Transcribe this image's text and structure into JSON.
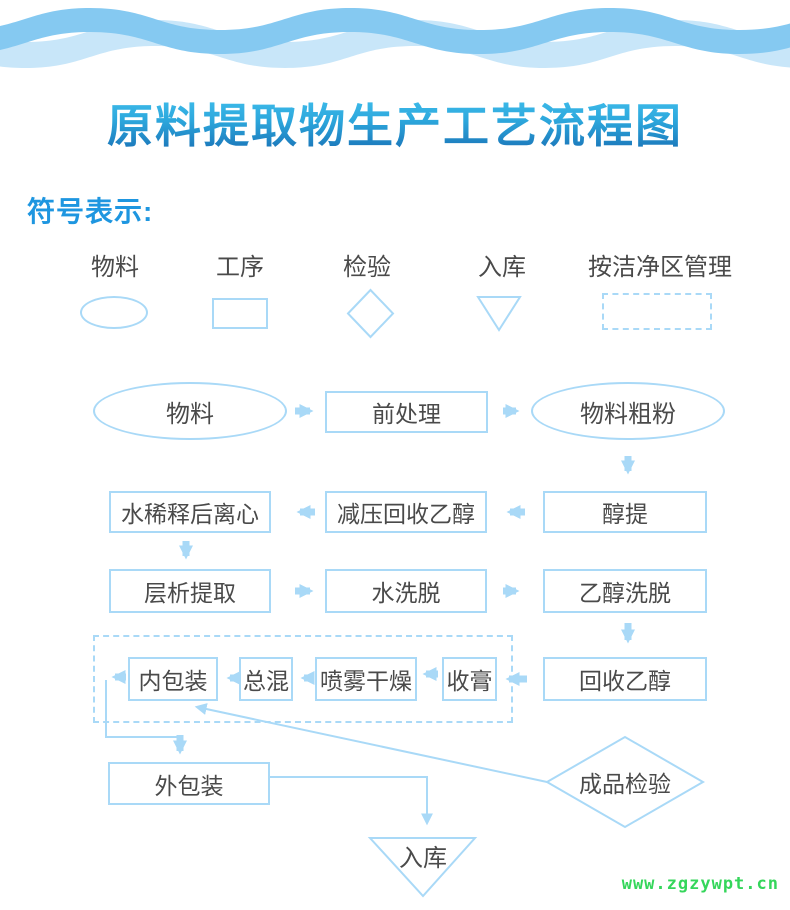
{
  "title": "原料提取物生产工艺流程图",
  "legend": {
    "heading": "符号表示:",
    "items": [
      {
        "label": "物料",
        "shape": "ellipse"
      },
      {
        "label": "工序",
        "shape": "rect"
      },
      {
        "label": "检验",
        "shape": "diamond"
      },
      {
        "label": "入库",
        "shape": "triangle-down"
      },
      {
        "label": "按洁净区管理",
        "shape": "dashed-rect"
      }
    ]
  },
  "flow": {
    "nodes": {
      "material": "物料",
      "pretreatment": "前处理",
      "coarse_powder": "物料粗粉",
      "ethanol_extraction": "醇提",
      "vacuum_recover_ethanol": "减压回收乙醇",
      "dilute_centrifuge": "水稀释后离心",
      "chromatography": "层析提取",
      "water_elution": "水洗脱",
      "ethanol_elution": "乙醇洗脱",
      "recover_ethanol": "回收乙醇",
      "paste_collection": "收膏",
      "spray_drying": "喷雾干燥",
      "total_mixing": "总混",
      "inner_packaging": "内包装",
      "outer_packaging": "外包装",
      "product_inspection": "成品检验",
      "warehousing": "入库"
    },
    "clean_area_members": [
      "内包装",
      "总混",
      "喷雾干燥",
      "收膏"
    ],
    "edges": [
      {
        "from": "物料",
        "to": "前处理"
      },
      {
        "from": "前处理",
        "to": "物料粗粉"
      },
      {
        "from": "物料粗粉",
        "to": "醇提"
      },
      {
        "from": "醇提",
        "to": "减压回收乙醇"
      },
      {
        "from": "减压回收乙醇",
        "to": "水稀释后离心"
      },
      {
        "from": "水稀释后离心",
        "to": "层析提取"
      },
      {
        "from": "层析提取",
        "to": "水洗脱"
      },
      {
        "from": "水洗脱",
        "to": "乙醇洗脱"
      },
      {
        "from": "乙醇洗脱",
        "to": "回收乙醇"
      },
      {
        "from": "回收乙醇",
        "to": "收膏"
      },
      {
        "from": "收膏",
        "to": "喷雾干燥"
      },
      {
        "from": "喷雾干燥",
        "to": "总混"
      },
      {
        "from": "总混",
        "to": "内包装"
      },
      {
        "from": "内包装",
        "to": "外包装"
      },
      {
        "from": "成品检验",
        "to": "内包装"
      },
      {
        "from": "外包装",
        "to": "入库"
      }
    ]
  },
  "watermark": "www.zgzywpt.cn",
  "colors": {
    "accent_light_blue": "#a9d9f7",
    "text_dark": "#4a4a4a",
    "heading_blue": "#1e96e0",
    "title_gradient_top": "#45c3ef",
    "title_gradient_bottom": "#176cb2",
    "wave_dark": "#85c9f1",
    "wave_light": "#c8e6f9",
    "watermark_green": "#35d65b"
  }
}
